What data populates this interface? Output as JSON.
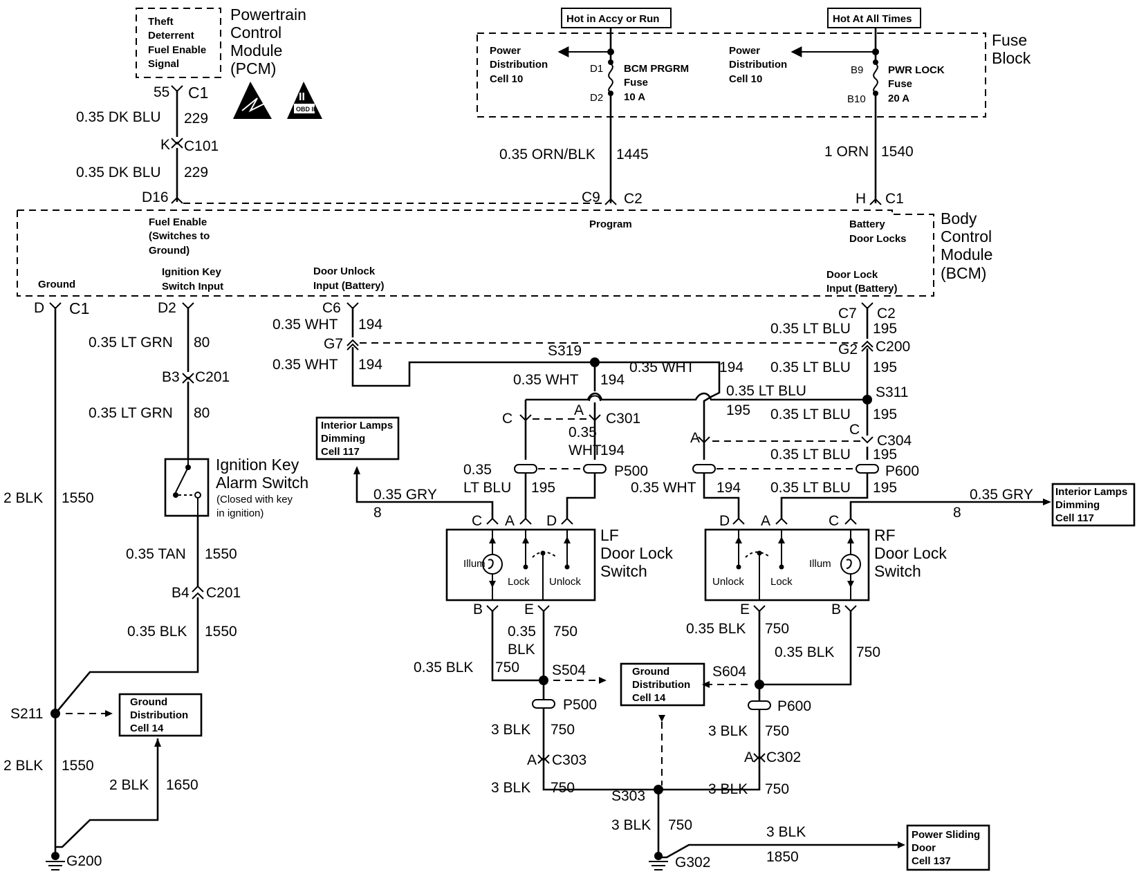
{
  "pcm": {
    "title": [
      "Powertrain",
      "Control",
      "Module",
      "(PCM)"
    ],
    "signal": [
      "Theft",
      "Deterrent",
      "Fuel Enable",
      "Signal"
    ],
    "pin": "55",
    "connector": "C1",
    "wire1": {
      "gauge": "0.35 DK BLU",
      "circuit": "229"
    },
    "inline": {
      "pin": "K",
      "connector": "C101"
    },
    "wire2": {
      "gauge": "0.35 DK BLU",
      "circuit": "229"
    },
    "icons": [
      "esd-icon",
      "obd-ii-icon"
    ],
    "obd_label": "OBD II"
  },
  "fuse_block": {
    "title": [
      "Fuse",
      "Block"
    ],
    "hot_accy": "Hot in Accy or Run",
    "hot_all": "Hot At All Times",
    "left": {
      "dist": [
        "Power",
        "Distribution",
        "Cell 10"
      ],
      "pin_in": "D1",
      "pin_out": "D2",
      "fuse": [
        "BCM PRGRM",
        "Fuse",
        "10 A"
      ],
      "wire": "0.35 ORN/BLK",
      "circuit": "1445",
      "bcm_pin": "C9",
      "bcm_conn": "C2",
      "bcm_func": "Program"
    },
    "right": {
      "dist": [
        "Power",
        "Distribution",
        "Cell 10"
      ],
      "pin_in": "B9",
      "pin_out": "B10",
      "fuse": [
        "PWR LOCK",
        "Fuse",
        "20 A"
      ],
      "wire": "1 ORN",
      "circuit": "1540",
      "bcm_pin": "H",
      "bcm_conn": "C1",
      "bcm_func": [
        "Battery",
        "Door Locks"
      ]
    }
  },
  "bcm": {
    "title": [
      "Body",
      "Control",
      "Module",
      "(BCM)"
    ],
    "pin_d16": "D16",
    "fuel_enable": [
      "Fuel Enable",
      "(Switches to",
      "Ground)"
    ],
    "ground": "Ground",
    "ign_input": [
      "Ignition Key",
      "Switch Input"
    ],
    "unlock_input": [
      "Door Unlock",
      "Input (Battery)"
    ],
    "lock_input": [
      "Door Lock",
      "Input (Battery)"
    ],
    "pin_d": "D",
    "conn_c1": "C1",
    "pin_d2": "D2",
    "pin_c6": "C6",
    "pin_c7": "C7",
    "conn_c2": "C2"
  },
  "left_ground": {
    "wire": "2 BLK",
    "circuit": "1550",
    "splice": "S211",
    "wire2": "2 BLK",
    "circuit2": "1550",
    "ground": "G200",
    "gdist": [
      "Ground",
      "Distribution",
      "Cell 14"
    ],
    "wire3": "2 BLK",
    "circuit3": "1650"
  },
  "ignition": {
    "wire1": "0.35 LT GRN",
    "circuit1": "80",
    "inline1": {
      "pin": "B3",
      "connector": "C201"
    },
    "wire2": "0.35 LT GRN",
    "circuit2": "80",
    "switch": [
      "Ignition Key",
      "Alarm Switch"
    ],
    "switch_note": [
      "(Closed with key",
      "in ignition)"
    ],
    "wire3": "0.35 TAN",
    "circuit3": "1550",
    "inline2": {
      "pin": "B4",
      "connector": "C201"
    },
    "wire4": "0.35 BLK",
    "circuit4": "1550"
  },
  "unlock_circuit": {
    "wire1": "0.35 WHT",
    "circuit": "194",
    "inline": {
      "pin": "G7"
    },
    "wire2": "0.35 WHT",
    "splice": "S319",
    "wire_lf": "0.35 WHT",
    "wire_rf": "0.35 WHT",
    "c301": {
      "pin_c": "C",
      "pin_a": "A",
      "connector": "C301"
    },
    "wire_p500_a": "0.35",
    "wire_p500_b": "WHT",
    "p500": "P500",
    "ltblu_a": "0.35",
    "ltblu_b": "LT BLU",
    "ltblu_circuit": "195",
    "wire_rf2": "0.35 WHT",
    "c304_pin_a": "A"
  },
  "lock_circuit": {
    "wire1": "0.35 LT BLU",
    "circuit": "195",
    "inline": {
      "pin": "G2",
      "connector": "C200"
    },
    "wire2": "0.35 LT BLU",
    "crossover": "0.35 LT BLU",
    "splice": "S311",
    "wire3": "0.35 LT BLU",
    "c304": {
      "pin_c": "C",
      "connector": "C304"
    },
    "wire4": "0.35 LT BLU",
    "p600": "P600",
    "wire5": "0.35 LT BLU"
  },
  "interior_lamps_left": {
    "box": [
      "Interior Lamps",
      "Dimming",
      "Cell 117"
    ],
    "wire": "0.35 GRY",
    "circuit": "8"
  },
  "interior_lamps_right": {
    "box": [
      "Interior Lamps",
      "Dimming",
      "Cell 117"
    ],
    "wire": "0.35 GRY",
    "circuit": "8"
  },
  "lf_switch": {
    "title": [
      "LF",
      "Door Lock",
      "Switch"
    ],
    "pins_top": [
      "C",
      "A",
      "D"
    ],
    "pins_bottom": [
      "B",
      "E"
    ],
    "illum": "Illum",
    "lock": "Lock",
    "unlock": "Unlock"
  },
  "rf_switch": {
    "title": [
      "RF",
      "Door Lock",
      "Switch"
    ],
    "pins_top": [
      "D",
      "A",
      "C"
    ],
    "pins_bottom": [
      "E",
      "B"
    ],
    "illum": "Illum",
    "lock": "Lock",
    "unlock": "Unlock"
  },
  "ground_lf": {
    "wire_e_a": "0.35",
    "wire_e_b": "BLK",
    "circuit": "750",
    "wire_b": "0.35 BLK",
    "splice": "S504",
    "p500": "P500",
    "wire2": "3 BLK",
    "inline": {
      "pin": "A",
      "connector": "C303"
    },
    "wire3": "3 BLK"
  },
  "ground_rf": {
    "wire_e": "0.35 BLK",
    "circuit": "750",
    "wire_b": "0.35 BLK",
    "splice": "S604",
    "p600": "P600",
    "wire2": "3 BLK",
    "inline": {
      "pin": "A",
      "connector": "C302"
    },
    "wire3": "3 BLK"
  },
  "ground_center": {
    "gdist": [
      "Ground",
      "Distribution",
      "Cell 14"
    ],
    "splice": "S303",
    "wire": "3 BLK",
    "circuit": "750",
    "ground": "G302",
    "sliding_wire": "3 BLK",
    "sliding_circuit": "1850",
    "sliding_box": [
      "Power Sliding",
      "Door",
      "Cell 137"
    ]
  }
}
